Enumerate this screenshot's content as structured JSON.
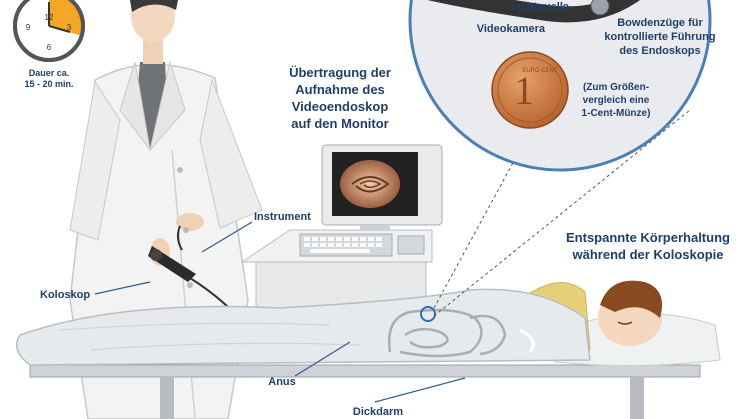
{
  "clock": {
    "caption_line1": "Dauer ca.",
    "caption_line2": "15 - 20 min.",
    "numerals": [
      "12",
      "3",
      "6",
      "9"
    ]
  },
  "headline": {
    "line1": "Übertragung der",
    "line2": "Aufnahme des",
    "line3": "Videoendoskop",
    "line4": "auf den Monitor"
  },
  "labels": {
    "instrument": "Instrument",
    "koloskop": "Koloskop",
    "anus": "Anus",
    "dickdarm": "Dickdarm",
    "posture_line1": "Entspannte Körperhaltung",
    "posture_line2": "während der Koloskopie"
  },
  "zoom": {
    "lichtquelle": "Lichtquelle",
    "videokamera": "Videokamera",
    "bowden_line1": "Bowdenzüge für",
    "bowden_line2": "kontrollierte Führung",
    "bowden_line3": "des Endoskops",
    "coin_line1": "(Zum Größen-",
    "coin_line2": "vergleich eine",
    "coin_line3": "1-Cent-Münze)",
    "coin_text": "EURO CENT",
    "coin_value": "1"
  },
  "colors": {
    "label": "#1f3f6b",
    "coat": "#f2f2f2",
    "sheet": "#e9ecef",
    "clock_fill": "#f5a623",
    "coin": "#c9773a"
  }
}
